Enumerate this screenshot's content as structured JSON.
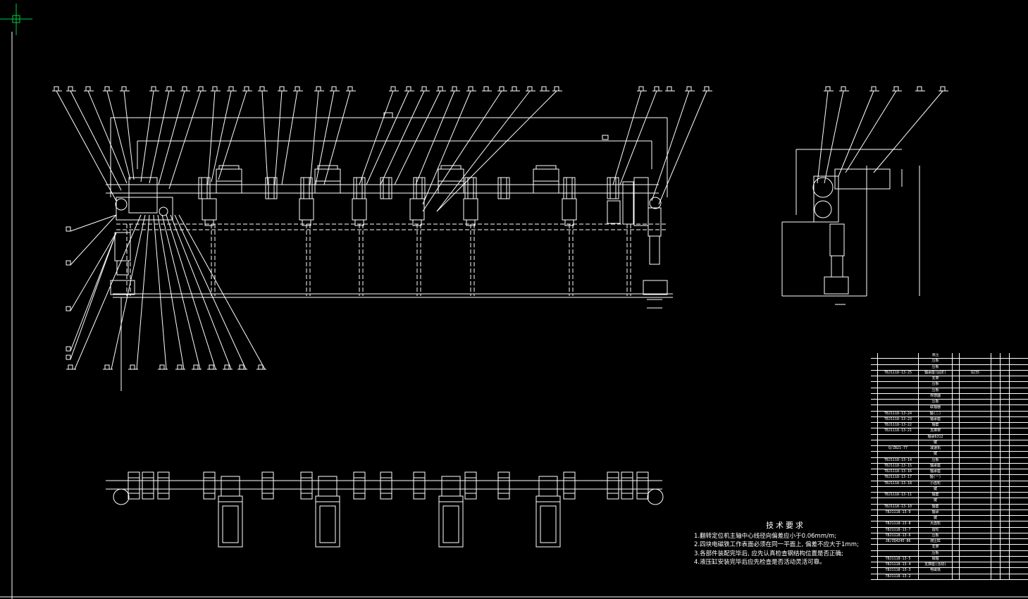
{
  "drawing": {
    "background": "#000000",
    "line_color": "#ffffff",
    "cursor_color": "#00cc44",
    "tech_title": "技术要求",
    "tech_notes": [
      "1.翻转定位机主轴中心线径向偏差应小于0.06mm/m;",
      "2.四块电磁铁工作表面必须在同一平面上, 偏差不应大于1mm;",
      "3.各部件装配完毕后, 应先认真检查钢结构位置是否正确;",
      "4.液压缸安装完毕后应先检查是否活动灵活可靠。"
    ]
  },
  "bom_rows": [
    {
      "code": "",
      "name": "液压",
      "mat": "",
      "note": ""
    },
    {
      "code": "",
      "name": "压板",
      "mat": "",
      "note": ""
    },
    {
      "code": "",
      "name": "压板",
      "mat": "",
      "note": ""
    },
    {
      "code": "TBJ1118-13-25",
      "name": "轴承座(固定)",
      "mat": "Q235",
      "note": ""
    },
    {
      "code": "",
      "name": "支架",
      "mat": "",
      "note": ""
    },
    {
      "code": "",
      "name": "压板",
      "mat": "",
      "note": ""
    },
    {
      "code": "",
      "name": "压板",
      "mat": "",
      "note": ""
    },
    {
      "code": "",
      "name": "传感器",
      "mat": "",
      "note": ""
    },
    {
      "code": "",
      "name": "压板",
      "mat": "",
      "note": ""
    },
    {
      "code": "",
      "name": "联轴器",
      "mat": "",
      "note": ""
    },
    {
      "code": "TBJ1118-13-24",
      "name": "轴(二)",
      "mat": "",
      "note": ""
    },
    {
      "code": "TBJ1118-13-23",
      "name": "轴承座",
      "mat": "",
      "note": ""
    },
    {
      "code": "TBJ1118-13-22",
      "name": "轴套",
      "mat": "",
      "note": ""
    },
    {
      "code": "TBJ1118-13-21",
      "name": "支撑架",
      "mat": "",
      "note": ""
    },
    {
      "code": "",
      "name": "轴承6312",
      "mat": "",
      "note": ""
    },
    {
      "code": "",
      "name": "键",
      "mat": "",
      "note": ""
    },
    {
      "code": "Q/ZB21-77",
      "name": "减速机",
      "mat": "",
      "note": ""
    },
    {
      "code": "",
      "name": "键",
      "mat": "",
      "note": ""
    },
    {
      "code": "TBJ1118-13-14",
      "name": "压板",
      "mat": "",
      "note": ""
    },
    {
      "code": "TBJ1118-13-15",
      "name": "轴承座",
      "mat": "",
      "note": ""
    },
    {
      "code": "TBJ1118-13-16",
      "name": "轴承座",
      "mat": "",
      "note": ""
    },
    {
      "code": "TBJ1118-13-17",
      "name": "轴(一)",
      "mat": "",
      "note": ""
    },
    {
      "code": "TBJ1118-13-18",
      "name": "小齿轮",
      "mat": "",
      "note": ""
    },
    {
      "code": "",
      "name": "键",
      "mat": "",
      "note": ""
    },
    {
      "code": "TBJ1118-13-11",
      "name": "轴套",
      "mat": "",
      "note": ""
    },
    {
      "code": "",
      "name": "键",
      "mat": "",
      "note": ""
    },
    {
      "code": "TBJ1118-13-10",
      "name": "轴套",
      "mat": "",
      "note": ""
    },
    {
      "code": "TBJ1118-13-9",
      "name": "轴承",
      "mat": "",
      "note": ""
    },
    {
      "code": "",
      "name": "键",
      "mat": "",
      "note": ""
    },
    {
      "code": "TBJ1118-13-8",
      "name": "大齿轮",
      "mat": "",
      "note": ""
    },
    {
      "code": "TBJ1118-13-7",
      "name": "齿轮",
      "mat": "",
      "note": ""
    },
    {
      "code": "TBJ1118-13-6",
      "name": "压板",
      "mat": "",
      "note": ""
    },
    {
      "code": "JB/ZQ4245-86",
      "name": "液压缸",
      "mat": "",
      "note": ""
    },
    {
      "code": "",
      "name": "支架",
      "mat": "",
      "note": ""
    },
    {
      "code": "",
      "name": "压板",
      "mat": "",
      "note": ""
    },
    {
      "code": "TBJ1118-13-5",
      "name": "销轴",
      "mat": "",
      "note": ""
    },
    {
      "code": "TBJ1118-13-4",
      "name": "支撑座(活动)",
      "mat": "",
      "note": ""
    },
    {
      "code": "TBJ1118-13-3",
      "name": "电磁铁",
      "mat": "",
      "note": ""
    },
    {
      "code": "TBJ1118-13-2",
      "name": "",
      "mat": "",
      "note": ""
    }
  ]
}
